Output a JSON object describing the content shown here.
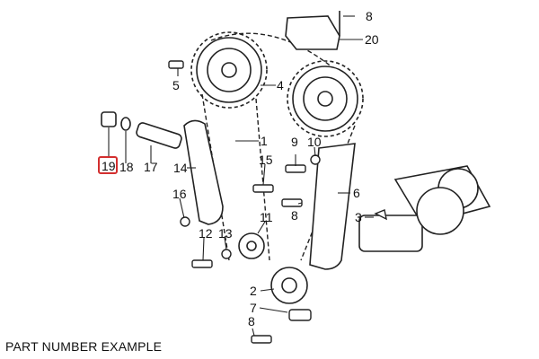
{
  "caption": "PART NUMBER EXAMPLE",
  "callouts": {
    "c1": "1",
    "c2": "2",
    "c3": "3",
    "c4": "4",
    "c5": "5",
    "c6": "6",
    "c7": "7",
    "c8a": "8",
    "c8b": "8",
    "c8c": "8",
    "c9": "9",
    "c10": "10",
    "c11": "11",
    "c12": "12",
    "c13": "13",
    "c14": "14",
    "c15": "15",
    "c16": "16",
    "c17": "17",
    "c18": "18",
    "c19": "19",
    "c20": "20"
  },
  "highlight_color": "#d32f2f",
  "highlighted_part": "19"
}
